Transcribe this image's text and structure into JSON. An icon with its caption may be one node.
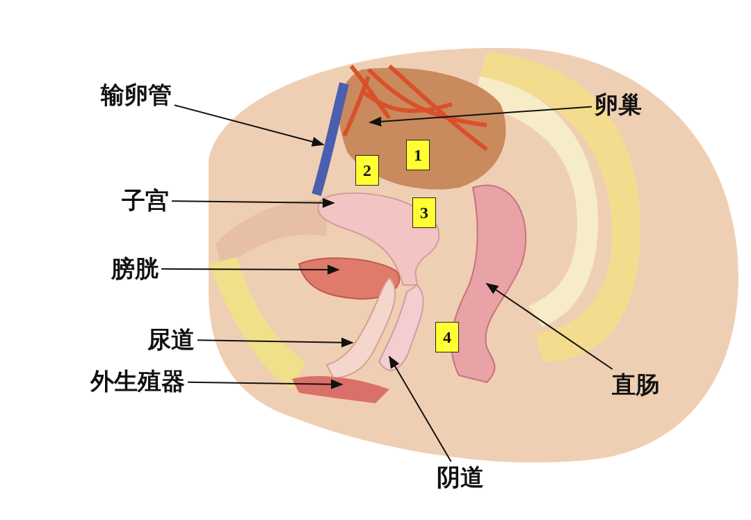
{
  "diagram": {
    "nodes": [
      {
        "text": [
          "输卵管"
        ]
      },
      {
        "text": [
          "卵巢"
        ]
      },
      {
        "text": [
          "子宫"
        ]
      },
      {
        "text": [
          "膀胱"
        ]
      },
      {
        "text": [
          "尿道"
        ]
      },
      {
        "text": [
          "外生殖器"
        ]
      },
      {
        "text": [
          "阴道"
        ]
      },
      {
        "text": [
          "直肠"
        ]
      },
      {
        "text": [
          "2"
        ]
      },
      {
        "text": [
          "1"
        ]
      },
      {
        "text": [
          "3"
        ]
      },
      {
        "text": [
          "4"
        ]
      }
    ],
    "edges": [
      {
        "from": 0,
        "to": null,
        "arrow": "to"
      },
      {
        "from": 1,
        "to": null,
        "arrow": "to"
      },
      {
        "from": 2,
        "to": null,
        "arrow": "to"
      },
      {
        "from": 3,
        "to": null,
        "arrow": "to"
      },
      {
        "from": 4,
        "to": null,
        "arrow": "to"
      },
      {
        "from": 5,
        "to": null,
        "arrow": "to"
      },
      {
        "from": 6,
        "to": null,
        "arrow": "to"
      },
      {
        "from": 7,
        "to": null,
        "arrow": "to"
      }
    ]
  }
}
